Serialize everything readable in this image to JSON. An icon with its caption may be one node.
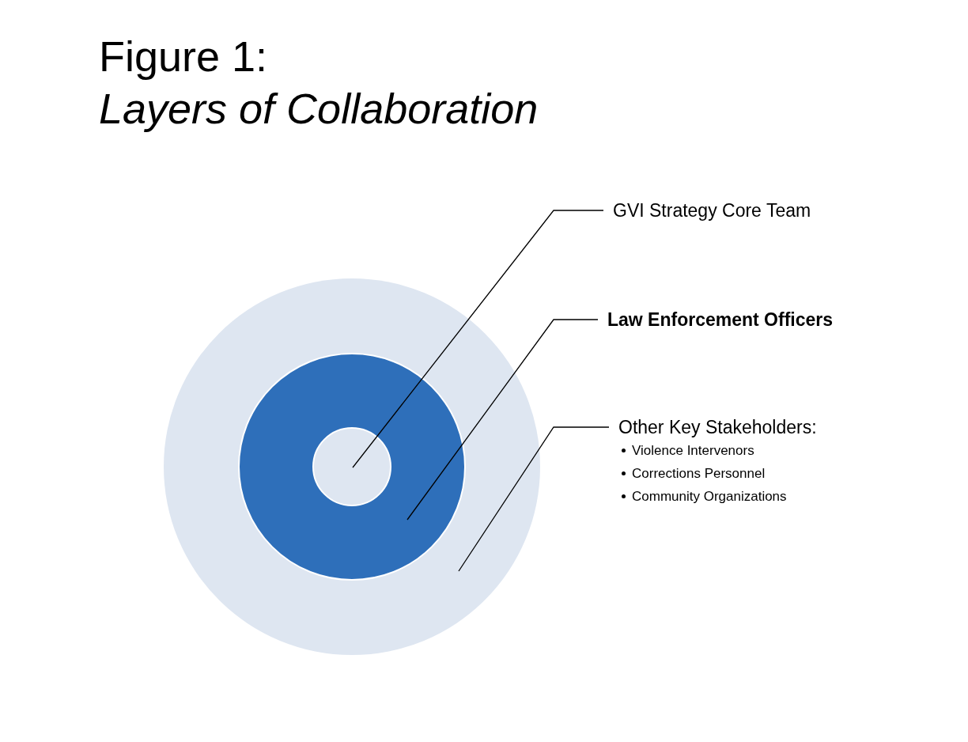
{
  "diagram": {
    "title": "Figure 1: *Layers of Collaboration*",
    "nodes": [
      {
        "text": [],
        "shape": "circle"
      },
      {
        "text": [],
        "shape": "circle",
        "in": 0
      },
      {
        "text": [],
        "shape": "circle",
        "in": 1
      },
      {
        "text": [
          "GVI Strategy Core Team"
        ]
      },
      {
        "text": [
          "Law Enforcement Officers"
        ]
      },
      {
        "text": [
          "Other Key Stakeholders:",
          "Violence Intervenors",
          "Corrections Personnel",
          "Community Organizations"
        ]
      }
    ],
    "edges": [
      {
        "from": 3,
        "to": 2,
        "arrow": "none"
      },
      {
        "from": 4,
        "to": 1,
        "arrow": "none"
      },
      {
        "from": 5,
        "to": 0,
        "arrow": "none"
      }
    ]
  }
}
